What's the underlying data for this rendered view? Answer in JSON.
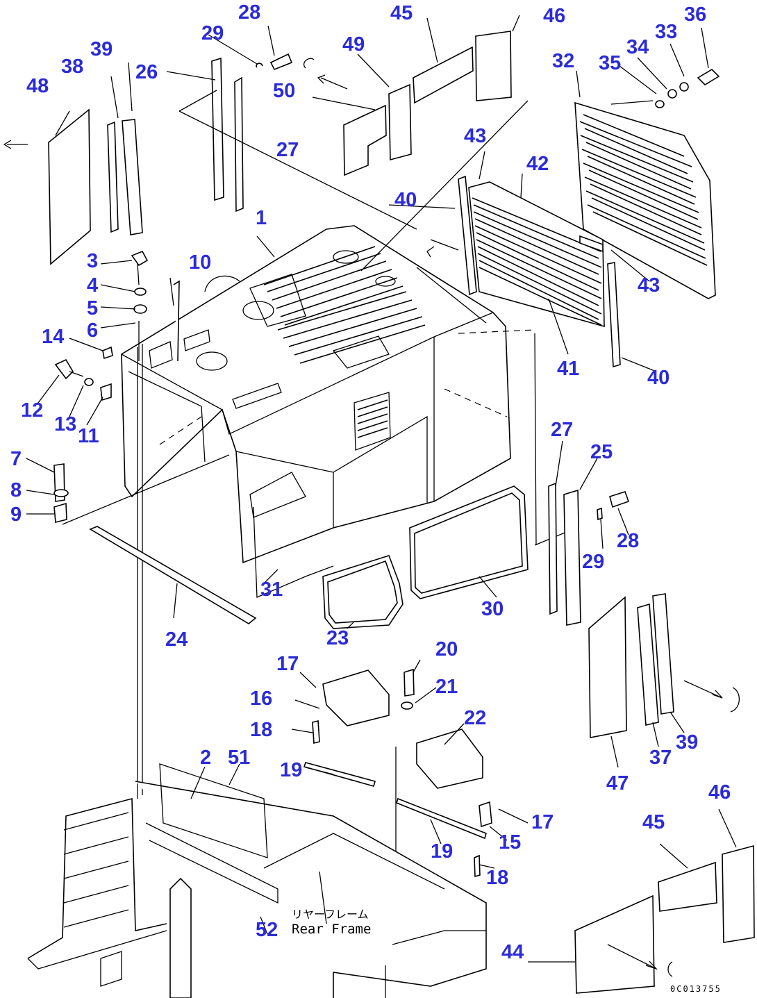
{
  "diagram": {
    "reference_code": "0C013755",
    "labels": {
      "rear_frame_jp": "リヤーフレーム",
      "rear_frame_en": "Rear Frame"
    },
    "callouts": [
      {
        "id": "c1",
        "text": "1"
      },
      {
        "id": "c2",
        "text": "2"
      },
      {
        "id": "c3",
        "text": "3"
      },
      {
        "id": "c4",
        "text": "4"
      },
      {
        "id": "c5",
        "text": "5"
      },
      {
        "id": "c6",
        "text": "6"
      },
      {
        "id": "c7",
        "text": "7"
      },
      {
        "id": "c8",
        "text": "8"
      },
      {
        "id": "c9",
        "text": "9"
      },
      {
        "id": "c10",
        "text": "10"
      },
      {
        "id": "c11",
        "text": "11"
      },
      {
        "id": "c12",
        "text": "12"
      },
      {
        "id": "c13",
        "text": "13"
      },
      {
        "id": "c14",
        "text": "14"
      },
      {
        "id": "c15",
        "text": "15"
      },
      {
        "id": "c16",
        "text": "16"
      },
      {
        "id": "c17a",
        "text": "17"
      },
      {
        "id": "c17b",
        "text": "17"
      },
      {
        "id": "c18a",
        "text": "18"
      },
      {
        "id": "c18b",
        "text": "18"
      },
      {
        "id": "c19a",
        "text": "19"
      },
      {
        "id": "c19b",
        "text": "19"
      },
      {
        "id": "c20",
        "text": "20"
      },
      {
        "id": "c21",
        "text": "21"
      },
      {
        "id": "c22",
        "text": "22"
      },
      {
        "id": "c23",
        "text": "23"
      },
      {
        "id": "c24",
        "text": "24"
      },
      {
        "id": "c25",
        "text": "25"
      },
      {
        "id": "c26",
        "text": "26"
      },
      {
        "id": "c27a",
        "text": "27"
      },
      {
        "id": "c27b",
        "text": "27"
      },
      {
        "id": "c28a",
        "text": "28"
      },
      {
        "id": "c28b",
        "text": "28"
      },
      {
        "id": "c29a",
        "text": "29"
      },
      {
        "id": "c29b",
        "text": "29"
      },
      {
        "id": "c30",
        "text": "30"
      },
      {
        "id": "c31",
        "text": "31"
      },
      {
        "id": "c32",
        "text": "32"
      },
      {
        "id": "c33",
        "text": "33"
      },
      {
        "id": "c34",
        "text": "34"
      },
      {
        "id": "c35",
        "text": "35"
      },
      {
        "id": "c36",
        "text": "36"
      },
      {
        "id": "c37",
        "text": "37"
      },
      {
        "id": "c38",
        "text": "38"
      },
      {
        "id": "c39a",
        "text": "39"
      },
      {
        "id": "c39b",
        "text": "39"
      },
      {
        "id": "c40a",
        "text": "40"
      },
      {
        "id": "c40b",
        "text": "40"
      },
      {
        "id": "c41",
        "text": "41"
      },
      {
        "id": "c42",
        "text": "42"
      },
      {
        "id": "c43a",
        "text": "43"
      },
      {
        "id": "c43b",
        "text": "43"
      },
      {
        "id": "c44",
        "text": "44"
      },
      {
        "id": "c45a",
        "text": "45"
      },
      {
        "id": "c45b",
        "text": "45"
      },
      {
        "id": "c46a",
        "text": "46"
      },
      {
        "id": "c46b",
        "text": "46"
      },
      {
        "id": "c47",
        "text": "47"
      },
      {
        "id": "c48",
        "text": "48"
      },
      {
        "id": "c49",
        "text": "49"
      },
      {
        "id": "c50",
        "text": "50"
      },
      {
        "id": "c51",
        "text": "51"
      },
      {
        "id": "c52",
        "text": "52"
      }
    ],
    "colors": {
      "callout": "#2b2bd8",
      "line": "#000000",
      "background": "#ffffff"
    }
  }
}
